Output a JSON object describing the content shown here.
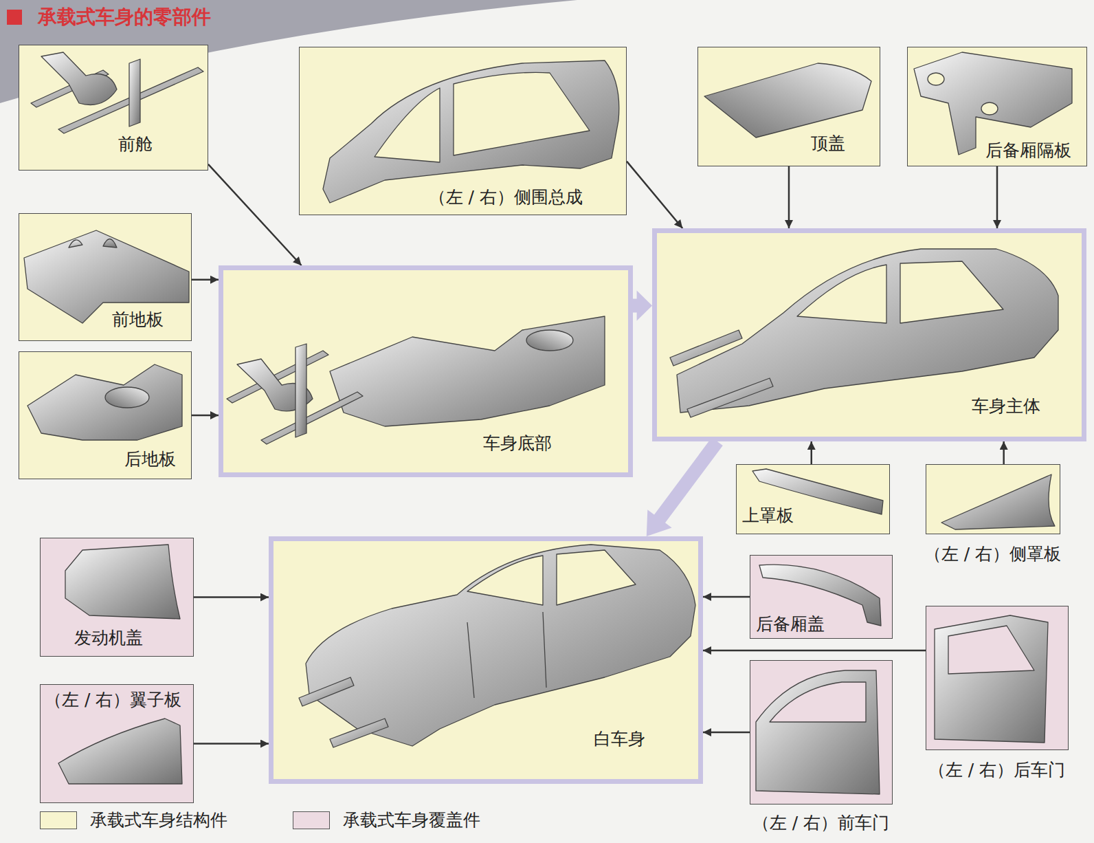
{
  "diagram": {
    "title": "承载式车身的零部件",
    "nodes": [
      {
        "text": [
          "前舱"
        ]
      },
      {
        "text": [
          "（左 / 右）侧围总成"
        ]
      },
      {
        "text": [
          "顶盖"
        ]
      },
      {
        "text": [
          "后备厢隔板"
        ]
      },
      {
        "text": [
          "前地板"
        ]
      },
      {
        "text": [
          "后地板"
        ]
      },
      {
        "text": [
          "车身底部"
        ]
      },
      {
        "text": [
          "车身主体"
        ]
      },
      {
        "text": [
          "上罩板"
        ]
      },
      {
        "text": [
          "（左 / 右）侧罩板"
        ]
      },
      {
        "text": [
          "发动机盖"
        ]
      },
      {
        "text": [
          "白车身"
        ]
      },
      {
        "text": [
          "后备厢盖"
        ]
      },
      {
        "text": [
          "（左 / 右）翼子板"
        ]
      },
      {
        "text": [
          "（左 / 右）后车门"
        ]
      },
      {
        "text": [
          "（左 / 右）前车门"
        ]
      }
    ],
    "edges": [
      {
        "from": 0,
        "to": 6,
        "arrow": "to"
      },
      {
        "from": 1,
        "to": 7,
        "arrow": "to"
      },
      {
        "from": 2,
        "to": 7,
        "arrow": "to"
      },
      {
        "from": 3,
        "to": 7,
        "arrow": "to"
      },
      {
        "from": 4,
        "to": 6,
        "arrow": "to"
      },
      {
        "from": 5,
        "to": 6,
        "arrow": "to"
      },
      {
        "from": 6,
        "to": 7,
        "arrow": "to"
      },
      {
        "from": 8,
        "to": 7,
        "arrow": "to"
      },
      {
        "from": 9,
        "to": 7,
        "arrow": "to"
      },
      {
        "from": 7,
        "to": 11,
        "arrow": "to"
      },
      {
        "from": 10,
        "to": 11,
        "arrow": "to"
      },
      {
        "from": 13,
        "to": 11,
        "arrow": "to"
      },
      {
        "from": 12,
        "to": 11,
        "arrow": "to"
      },
      {
        "from": 14,
        "to": 11,
        "arrow": "to"
      },
      {
        "from": 15,
        "to": 11,
        "arrow": "to"
      }
    ],
    "legend": [
      {
        "text": "承载式车身结构件",
        "color": "#f7f4cf"
      },
      {
        "text": "承载式车身覆盖件",
        "color": "#eddbe2"
      }
    ]
  }
}
